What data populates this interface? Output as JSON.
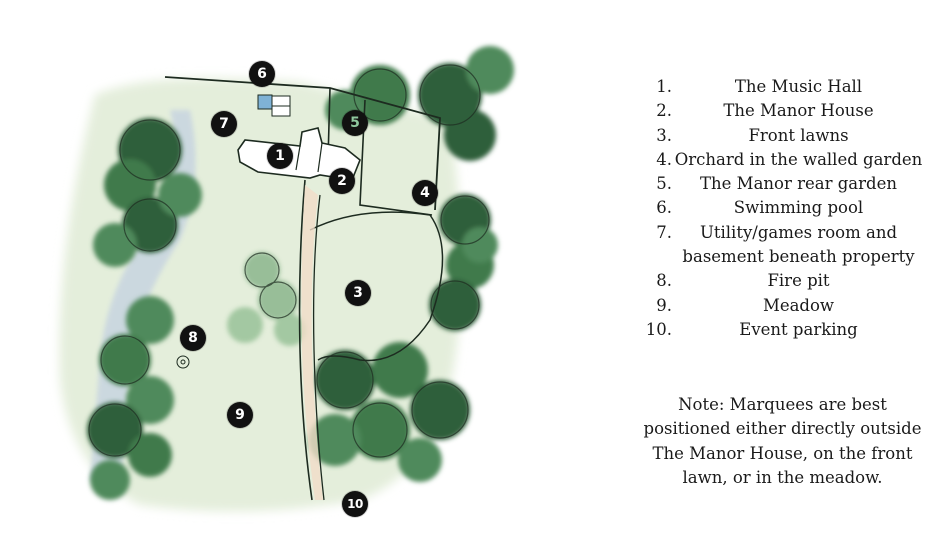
{
  "legend": {
    "items": [
      {
        "num": "1.",
        "label": "The Music Hall"
      },
      {
        "num": "2.",
        "label": "The Manor House"
      },
      {
        "num": "3.",
        "label": "Front lawns"
      },
      {
        "num": "4.",
        "label": "Orchard in the walled garden"
      },
      {
        "num": "5.",
        "label": "The Manor rear garden"
      },
      {
        "num": "6.",
        "label": "Swimming pool"
      },
      {
        "num": "7.",
        "label": "Utility/games room and basement beneath property"
      },
      {
        "num": "8.",
        "label": "Fire pit"
      },
      {
        "num": "9.",
        "label": "Meadow"
      },
      {
        "num": "10.",
        "label": "Event parking"
      }
    ]
  },
  "note": "Note: Marquees are best positioned either directly outside The Manor House, on the front lawn, or in the meadow.",
  "markers": [
    "1",
    "2",
    "3",
    "4",
    "5",
    "6",
    "7",
    "8",
    "9",
    "10"
  ],
  "colors": {
    "marker_fill": "#111111",
    "marker_text": "#ffffff",
    "lawn": "#e4eedb",
    "tree_dark": "#2f5e3a",
    "tree_mid": "#4f8a5c",
    "river": "#c9d6e0"
  }
}
